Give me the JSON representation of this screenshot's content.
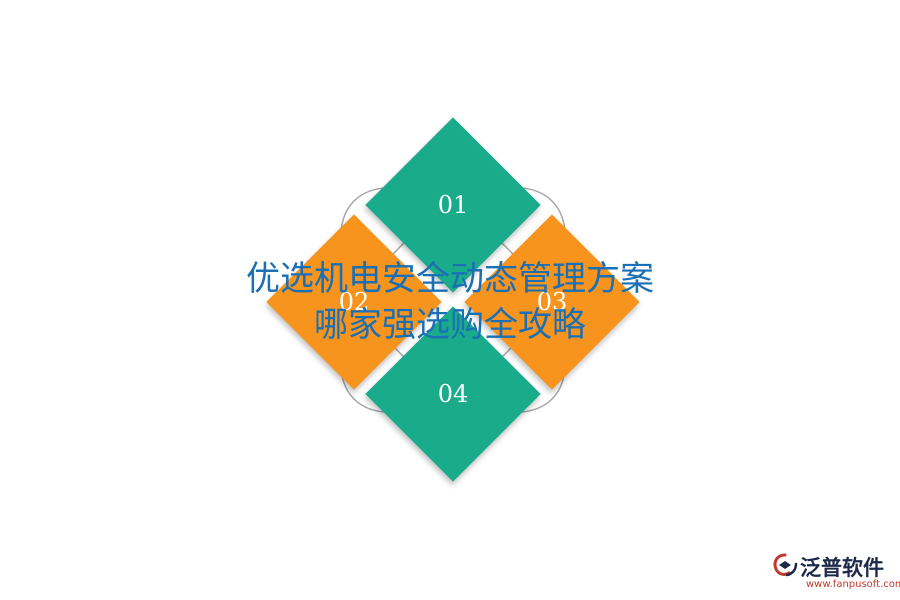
{
  "title": {
    "line1": "优选机电安全动态管理方案",
    "line2": "哪家强选购全攻略"
  },
  "items": [
    {
      "label": "01",
      "color": "#1aab8a"
    },
    {
      "label": "02",
      "color": "#f7941d"
    },
    {
      "label": "03",
      "color": "#f7941d"
    },
    {
      "label": "04",
      "color": "#1aab8a"
    }
  ],
  "ring_color": "#a6a6a6",
  "logo": {
    "name": "泛普软件",
    "url": "www.fanpusoft.com"
  }
}
